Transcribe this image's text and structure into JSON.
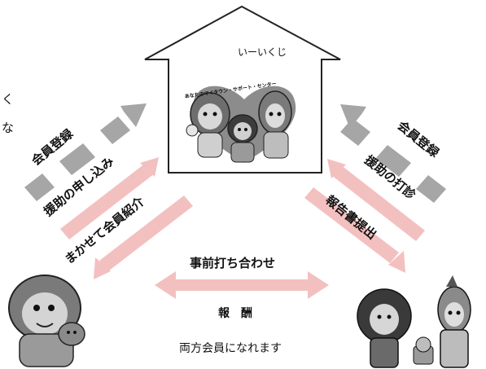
{
  "house": {
    "name": "いーいくじ",
    "banner": "あなたのマイタウン・サポート・センター"
  },
  "left_arrows": {
    "gray_label": "会員登録",
    "pink_upper_label": "援助の申し込み",
    "pink_lower_label": "まかせて会員紹介"
  },
  "right_arrows": {
    "gray_label": "会員登録",
    "pink_upper_label": "援助の打診",
    "pink_lower_label": "報告書提出"
  },
  "center": {
    "top_label": "事前打ち合わせ",
    "middle_label": "報　酬",
    "bottom_label": "両方会員になれます"
  },
  "corner_text": {
    "line1": "く",
    "line2": "な"
  },
  "colors": {
    "gray_arrow": "#a6a6a6",
    "pink_arrow": "#f3c0c0",
    "house_stroke": "#222222"
  }
}
